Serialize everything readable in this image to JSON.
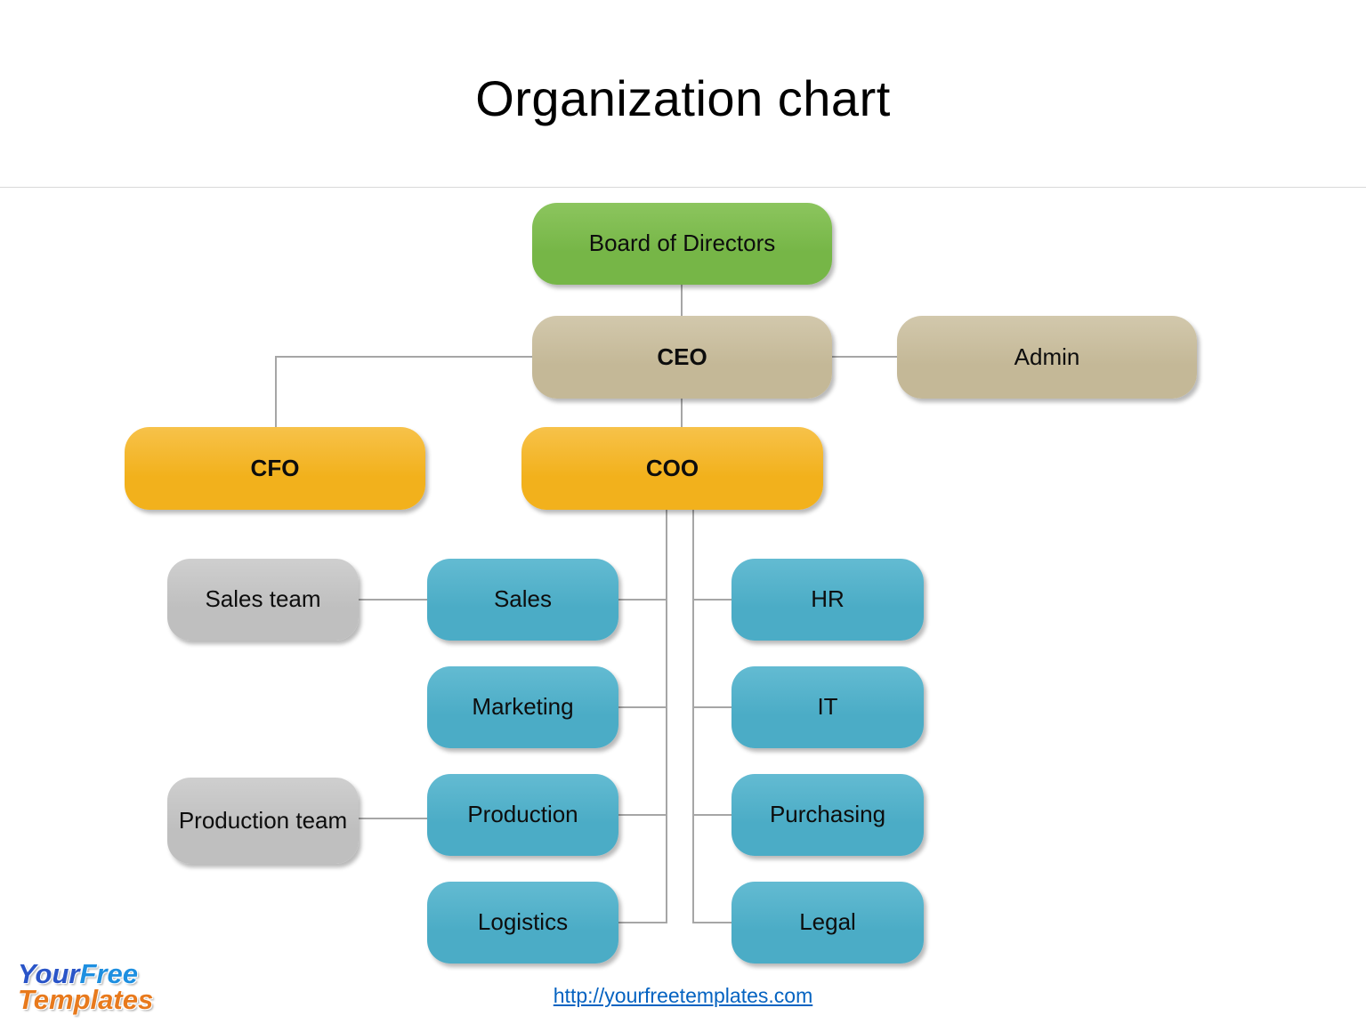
{
  "title": "Organization chart",
  "footer": {
    "link_text": "http://yourfreetemplates.com",
    "link_href": "http://yourfreetemplates.com"
  },
  "logo": {
    "word1": "Your",
    "word2": "Free",
    "word3": "Templates"
  },
  "colors": {
    "green": "#76b647",
    "green_hi": "#8cc55e",
    "tan": "#c4b897",
    "tan_hi": "#d2c8ac",
    "gold": "#f2b11c",
    "gold_hi": "#f7c24a",
    "teal": "#4bacc6",
    "teal_hi": "#63bbd2",
    "gray": "#bfbfbf",
    "gray_hi": "#cfcfcf",
    "line": "#a6a6a6"
  },
  "nodes": {
    "board": "Board of Directors",
    "ceo": "CEO",
    "admin": "Admin",
    "cfo": "CFO",
    "coo": "COO",
    "sales_team": "Sales team",
    "sales": "Sales",
    "hr": "HR",
    "marketing": "Marketing",
    "it": "IT",
    "production_team": "Production team",
    "production": "Production",
    "purchasing": "Purchasing",
    "logistics": "Logistics",
    "legal": "Legal"
  },
  "edges": [
    "board-ceo",
    "ceo-admin",
    "ceo-cfo",
    "ceo-coo",
    "coo-sales",
    "coo-marketing",
    "coo-production",
    "coo-logistics",
    "coo-hr",
    "coo-it",
    "coo-purchasing",
    "coo-legal",
    "sales_team-sales",
    "production_team-production"
  ]
}
